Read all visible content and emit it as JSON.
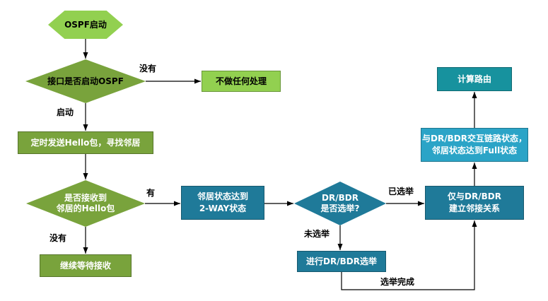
{
  "diagram": {
    "nodes": {
      "start": {
        "label": "OSPF启动"
      },
      "check_interface": {
        "label": "接口是否启动OSPF"
      },
      "no_action": {
        "label": "不做任何处理"
      },
      "send_hello": {
        "label": "定时发送Hello包，寻找邻居"
      },
      "check_hello": {
        "line1": "是否接收到",
        "line2": "邻居的Hello包"
      },
      "keep_waiting": {
        "label": "继续等待接收"
      },
      "two_way": {
        "line1": "邻居状态达到",
        "line2": "2-WAY状态"
      },
      "check_election": {
        "line1": "DR/BDR",
        "line2": "是否选举?"
      },
      "do_election": {
        "label": "进行DR/BDR选举"
      },
      "adjacency": {
        "line1": "仅与DR/BDR",
        "line2": "建立邻接关系"
      },
      "exchange_full": {
        "line1": "与DR/BDR交互链路状态，",
        "line2": "邻居状态达到Full状态"
      },
      "calc_route": {
        "label": "计算路由"
      }
    },
    "edge_labels": {
      "no_interface": "没有",
      "started": "启动",
      "hello_received": "有",
      "hello_not_received": "没有",
      "not_elected": "未选举",
      "elected": "已选举",
      "election_done": "选举完成"
    },
    "colors": {
      "light_green": "#92d050",
      "green": "#79a33c",
      "teal": "#1f7a99",
      "cyan": "#2ba4c7",
      "teal_dark": "#17929e",
      "line": "#000000"
    }
  }
}
